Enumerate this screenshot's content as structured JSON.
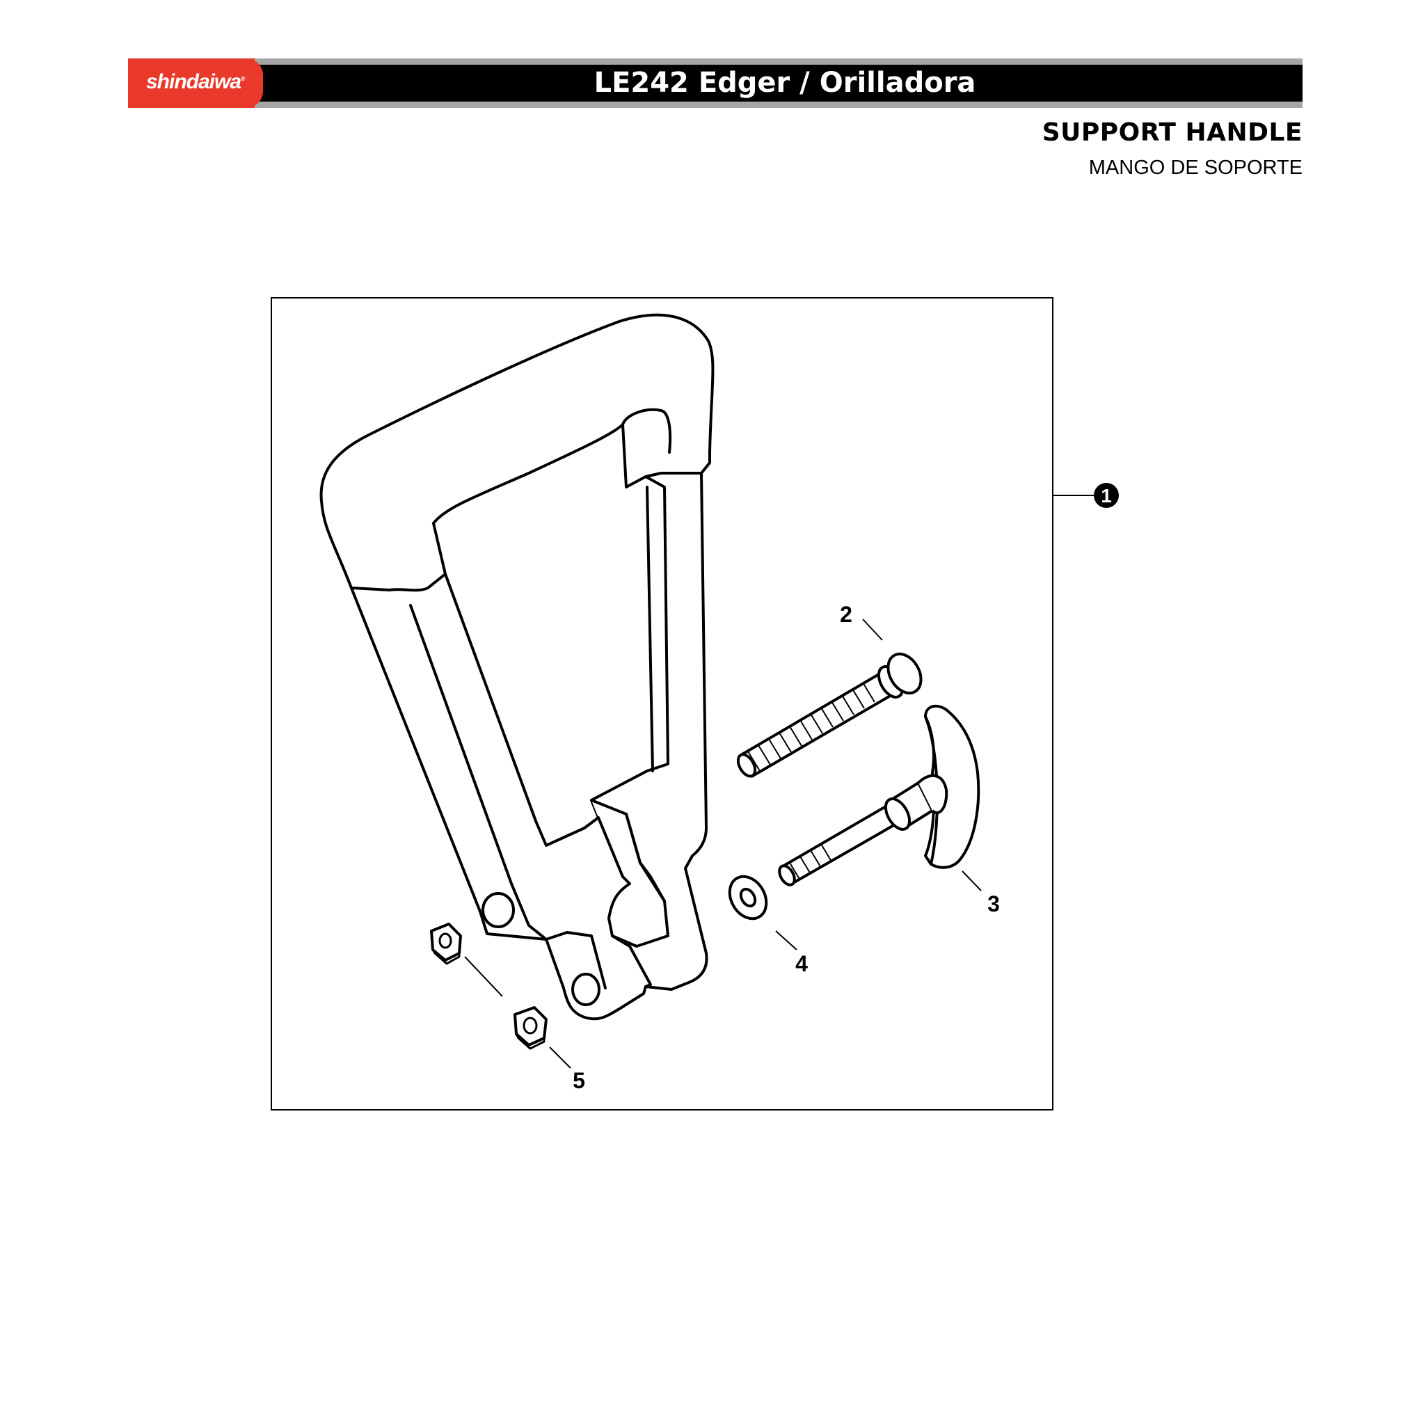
{
  "header": {
    "brand": "shindaiwa",
    "brand_mark": "®",
    "title": "LE242 Edger / Orilladora"
  },
  "section": {
    "title": "SUPPORT HANDLE",
    "subtitle": "MANGO DE SOPORTE"
  },
  "callouts": {
    "assembly": "1",
    "bolt": "2",
    "knob_bolt": "3",
    "washer": "4",
    "nut": "5"
  },
  "colors": {
    "brand_red": "#e8392a",
    "band_black": "#000000",
    "band_grey": "#a6a6a6"
  }
}
